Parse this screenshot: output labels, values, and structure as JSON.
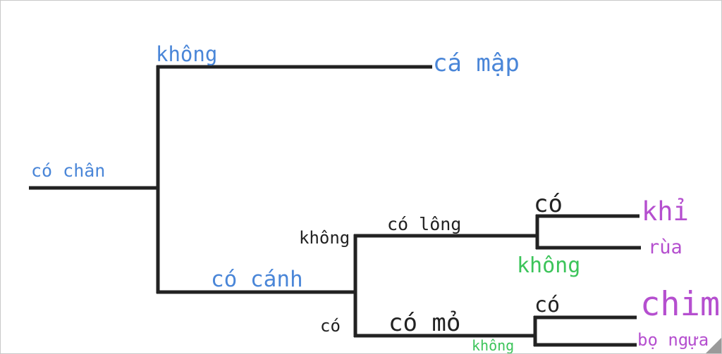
{
  "root": {
    "label": "có chân"
  },
  "no_legs": {
    "label": "không",
    "leaf": "cá mập"
  },
  "has_legs": {
    "label": "có cánh"
  },
  "wings_no": {
    "label": "không",
    "feather": "có lông"
  },
  "feather_yes": {
    "label": "có",
    "leaf": "khỉ"
  },
  "feather_no": {
    "label": "không",
    "leaf": "rùa"
  },
  "wings_yes": {
    "label": "có",
    "beak": "có mỏ"
  },
  "beak_yes": {
    "label": "có",
    "leaf": "chim"
  },
  "beak_no": {
    "label": "không",
    "leaf": "bọ ngựa"
  },
  "colors": {
    "branch": "#222222",
    "question": "#4a86d8",
    "no": "#3cc45a",
    "leaf": "#b54fcf"
  }
}
